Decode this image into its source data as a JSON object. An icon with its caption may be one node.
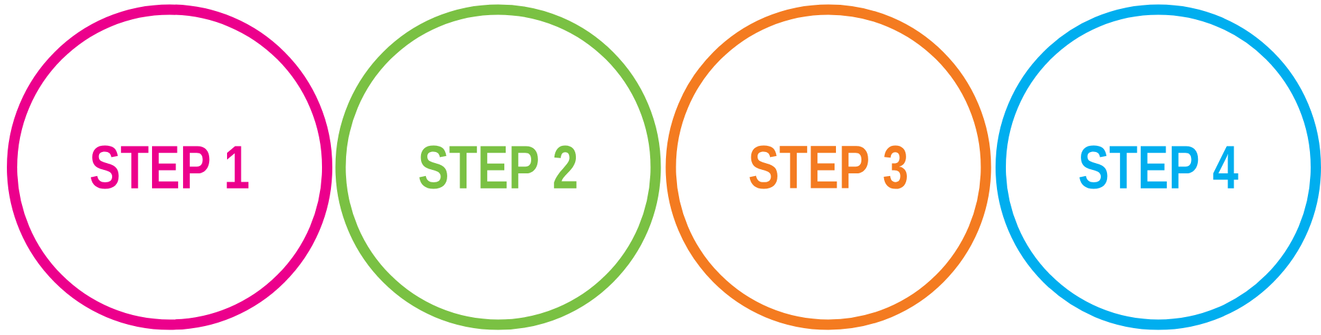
{
  "diagram": {
    "nodes": [
      {
        "text": [
          "STEP 1"
        ]
      },
      {
        "text": [
          "STEP 2"
        ]
      },
      {
        "text": [
          "STEP 3"
        ]
      },
      {
        "text": [
          "STEP 4"
        ]
      }
    ]
  }
}
